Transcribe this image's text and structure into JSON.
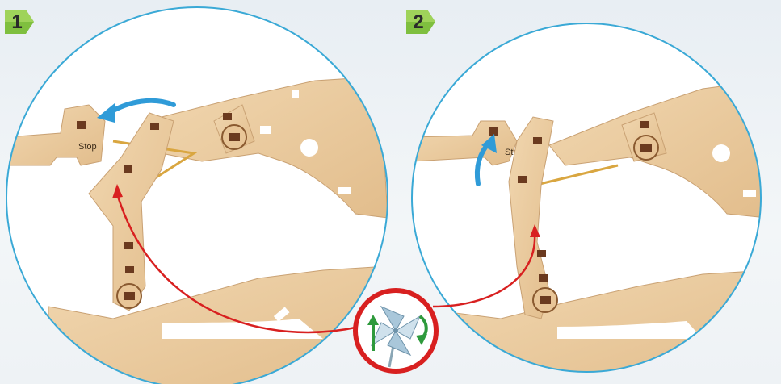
{
  "steps": [
    {
      "number": "1"
    },
    {
      "number": "2"
    }
  ],
  "labels": {
    "stop_1": "Stop",
    "stop_2": "Stop"
  },
  "colors": {
    "circle_border": "#3aa9d6",
    "wood": "#e9c99e",
    "wood_edge": "#c9a173",
    "rod": "#6b3a1f",
    "string": "#d9a640",
    "blue_arrow": "#2f9bd8",
    "red_arrow": "#d82020",
    "green_arrow": "#2e9a3c",
    "badge_green": "#7fbf3f"
  },
  "icons": {
    "pinwheel": "pinwheel-icon"
  }
}
